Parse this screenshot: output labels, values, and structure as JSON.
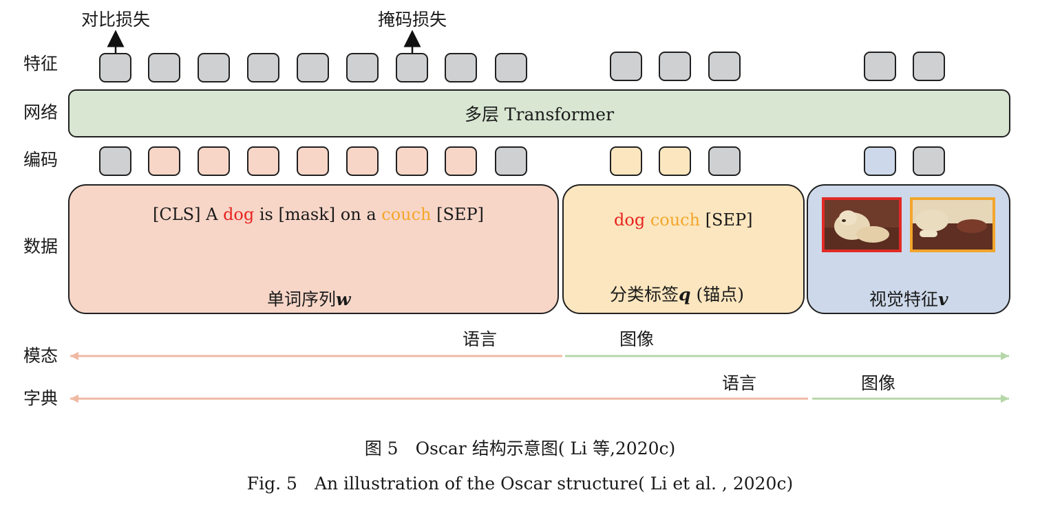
{
  "loss": {
    "contrastive": "对比损失",
    "masked": "掩码损失"
  },
  "rows": {
    "features": "特征",
    "network": "网络",
    "encoding": "编码",
    "data": "数据",
    "modality": "模态",
    "dictionary": "字典"
  },
  "network_label": "多层 Transformer",
  "language_panel": {
    "tokens": [
      {
        "text": "[CLS] A ",
        "color": "plain"
      },
      {
        "text": "dog",
        "color": "red"
      },
      {
        "text": " is [mask] on a ",
        "color": "plain"
      },
      {
        "text": "couch",
        "color": "orange"
      },
      {
        "text": " [SEP]",
        "color": "plain"
      }
    ],
    "caption": "单词序列",
    "caption_var": "w"
  },
  "tags_panel": {
    "tokens": [
      {
        "text": "dog",
        "color": "red"
      },
      {
        "text": " couch",
        "color": "orange"
      },
      {
        "text": " [SEP]",
        "color": "plain"
      }
    ],
    "caption_prefix": "分类标签",
    "caption_var": "q",
    "caption_suffix": " (锚点)"
  },
  "vision_panel": {
    "caption": "视觉特征",
    "caption_var": "v"
  },
  "modality": {
    "left": "语言",
    "right": "图像"
  },
  "dictionary": {
    "left": "语言",
    "right": "图像"
  },
  "colors": {
    "pink": "#f7d6c8",
    "yellow": "#fbe6bf",
    "blue": "#cdd9ea",
    "green": "#d8e6d2",
    "grey": "#cfd0d2",
    "arrow_pink": "#f0b9a3",
    "arrow_green": "#b6d7a8"
  },
  "figure_caption_cn": "图 5　Oscar 结构示意图( Li 等,2020c)",
  "figure_caption_en": "Fig. 5　An illustration of the Oscar structure( Li et al. , 2020c)"
}
